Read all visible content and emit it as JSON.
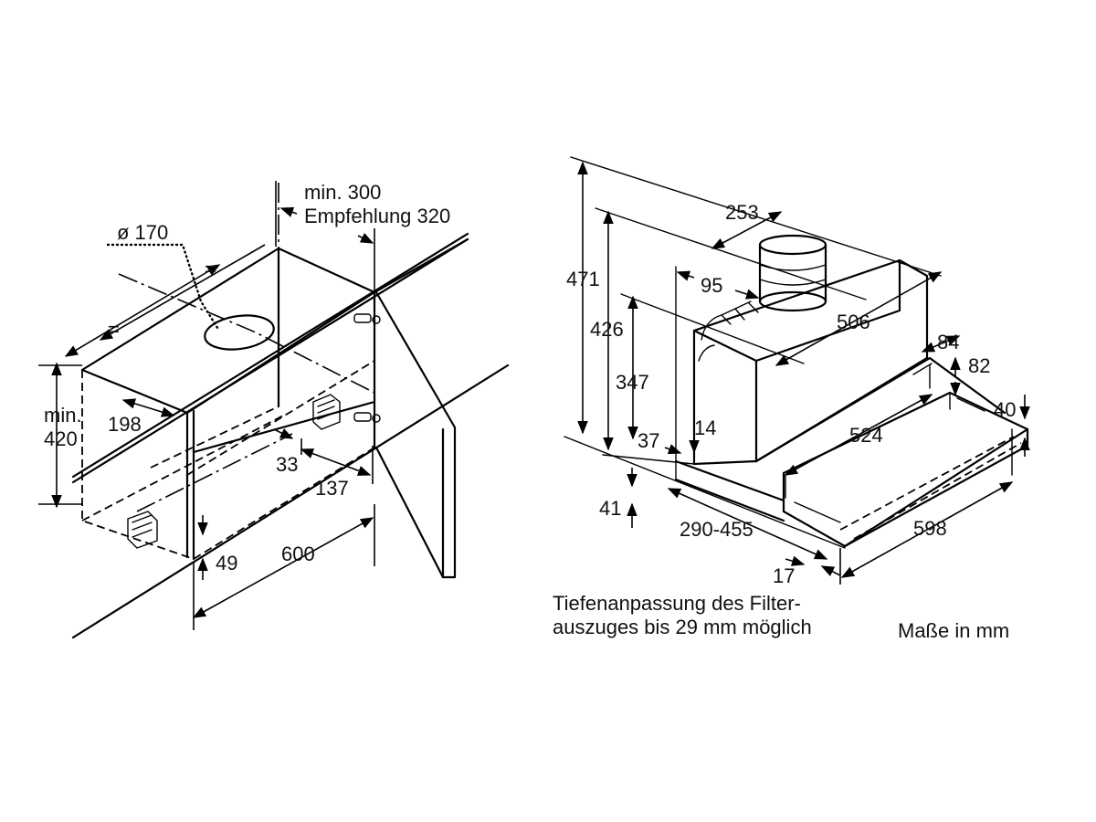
{
  "left_view": {
    "labels": {
      "min_300": "min. 300",
      "empfehlung_320": "Empfehlung 320",
      "diameter_170": "ø 170",
      "equal_a": "=",
      "equal_b": "=",
      "min": "min.",
      "h420": "420",
      "d198": "198",
      "d33": "33",
      "d137": "137",
      "d49": "49",
      "w600": "600"
    }
  },
  "right_view": {
    "labels": {
      "h471": "471",
      "h426": "426",
      "h347": "347",
      "w253": "253",
      "d95": "95",
      "w506": "506",
      "d84": "84",
      "d82": "82",
      "d40": "40",
      "d14": "14",
      "d37": "37",
      "w524": "524",
      "d41": "41",
      "r290_455": "290-455",
      "w598": "598",
      "d17": "17"
    }
  },
  "notes": {
    "filter_line1": "Tiefenanpassung des Filter-",
    "filter_line2": "auszuges bis 29 mm möglich",
    "units": "Maße in mm"
  }
}
